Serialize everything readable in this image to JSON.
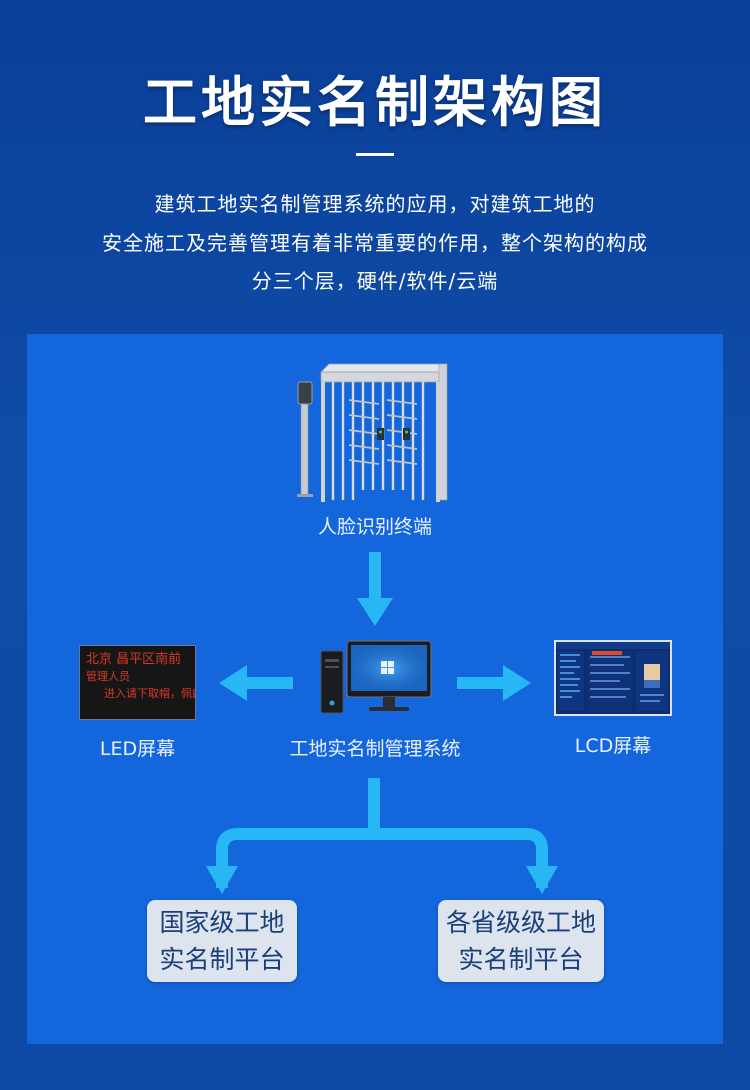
{
  "title": "工地实名制架构图",
  "intro": {
    "line1": "建筑工地实名制管理系统的应用，对建筑工地的",
    "line2": "安全施工及完善管理有着非常重要的作用，整个架构的构成",
    "line3": "分三个层，硬件/软件/云端"
  },
  "nodes": {
    "face_terminal": "人脸识别终端",
    "management_system": "工地实名制管理系统",
    "led_screen": "LED屏幕",
    "lcd_screen": "LCD屏幕",
    "national_platform": {
      "line1": "国家级工地",
      "line2": "实名制平台"
    },
    "provincial_platform": {
      "line1": "各省级级工地",
      "line2": "实名制平台"
    }
  },
  "led_display_text": {
    "line1": "北京 昌平区南前",
    "line2": "管理人员",
    "line3": "进入请下取帽，佩戴"
  },
  "colors": {
    "background": "#0d4aa6",
    "panel": "#1366db",
    "arrow": "#27b7f5",
    "platform_box": "#dde4ee",
    "platform_text": "#1a3f7a"
  }
}
